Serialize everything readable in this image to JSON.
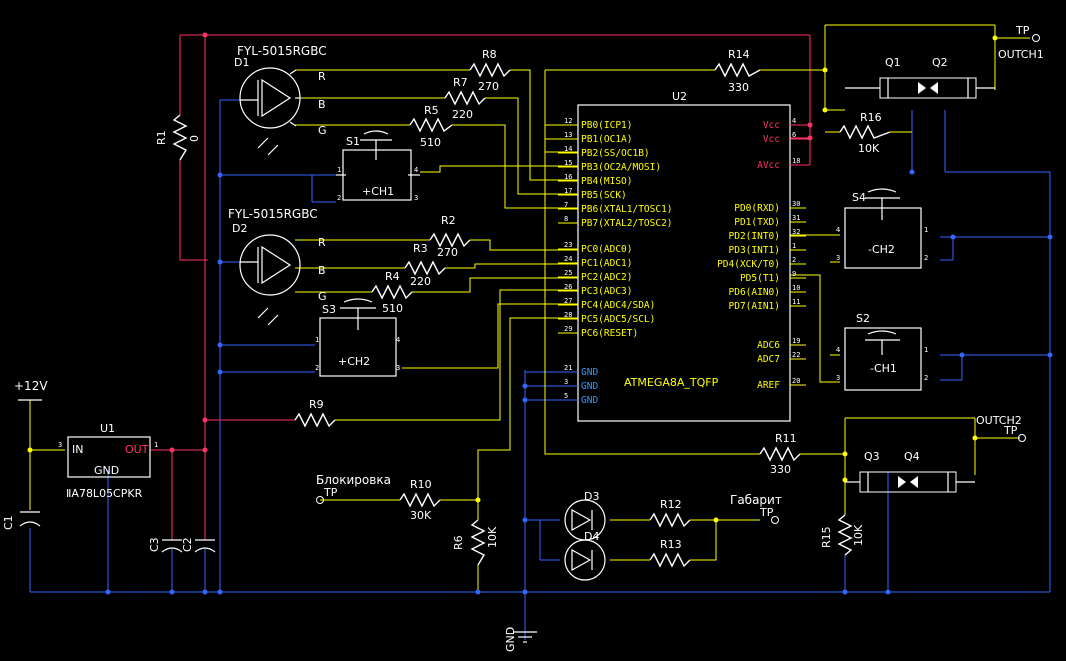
{
  "colors": {
    "background": "#000000",
    "net_yellow": "#ffff00",
    "net_blue": "#3366ff",
    "net_power": "#ff3366",
    "symbol": "#ffffff"
  },
  "components": {
    "u1": {
      "ref": "U1",
      "part": "ⅡA78L05CPKR",
      "pin_in": "IN",
      "pin_out": "OUT",
      "pin_gnd": "GND",
      "n1": "1",
      "n3": "3"
    },
    "u2": {
      "ref": "U2",
      "part": "ATMEGA8A_TQFP"
    },
    "d1": {
      "ref": "D1",
      "part": "FYL-5015RGBC",
      "r": "R",
      "b": "B",
      "g": "G"
    },
    "d2": {
      "ref": "D2",
      "part": "FYL-5015RGBC",
      "r": "R",
      "b": "B",
      "g": "G"
    },
    "d3": "D3",
    "d4": "D4",
    "q1": "Q1",
    "q2": "Q2",
    "q3": "Q3",
    "q4": "Q4",
    "c1": "C1",
    "c2": "C2",
    "c3": "C3"
  },
  "resistors": {
    "r1": {
      "ref": "R1",
      "value": "0"
    },
    "r2": {
      "ref": "R2",
      "value": "270"
    },
    "r3": {
      "ref": "R3",
      "value": "220"
    },
    "r4": {
      "ref": "R4",
      "value": "510"
    },
    "r5": {
      "ref": "R5",
      "value": "510"
    },
    "r6": {
      "ref": "R6",
      "value": "10K"
    },
    "r7": {
      "ref": "R7",
      "value": "220"
    },
    "r8": {
      "ref": "R8",
      "value": "270"
    },
    "r9": {
      "ref": "R9",
      "value": ""
    },
    "r10": {
      "ref": "R10",
      "value": "30K"
    },
    "r11": {
      "ref": "R11",
      "value": "330"
    },
    "r12": {
      "ref": "R12",
      "value": ""
    },
    "r13": {
      "ref": "R13",
      "value": ""
    },
    "r14": {
      "ref": "R14",
      "value": "330"
    },
    "r15": {
      "ref": "R15",
      "value": "10K"
    },
    "r16": {
      "ref": "R16",
      "value": "10K"
    }
  },
  "switches": {
    "s1": {
      "ref": "S1",
      "label": "+CH1"
    },
    "s2": {
      "ref": "S2",
      "label": "-CH1"
    },
    "s3": {
      "ref": "S3",
      "label": "+CH2"
    },
    "s4": {
      "ref": "S4",
      "label": "-CH2"
    }
  },
  "nets": {
    "v12": "+12V",
    "gnd": "GND",
    "tp": "TP",
    "outch1": "OUTCH1",
    "outch2": "OUTCH2",
    "blokirovka": "Блокировка",
    "gabarit": "Габарит"
  },
  "u2_left_pins": [
    {
      "num": "12",
      "name": "PB0(ICP1)"
    },
    {
      "num": "13",
      "name": "PB1(OC1A)"
    },
    {
      "num": "14",
      "name": "PB2(SS/OC1B)"
    },
    {
      "num": "15",
      "name": "PB3(OC2A/MOSI)"
    },
    {
      "num": "16",
      "name": "PB4(MISO)"
    },
    {
      "num": "17",
      "name": "PB5(SCK)"
    },
    {
      "num": "7",
      "name": "PB6(XTAL1/TOSC1)"
    },
    {
      "num": "8",
      "name": "PB7(XTAL2/TOSC2)"
    },
    {
      "num": "23",
      "name": "PC0(ADC0)"
    },
    {
      "num": "24",
      "name": "PC1(ADC1)"
    },
    {
      "num": "25",
      "name": "PC2(ADC2)"
    },
    {
      "num": "26",
      "name": "PC3(ADC3)"
    },
    {
      "num": "27",
      "name": "PC4(ADC4/SDA)"
    },
    {
      "num": "28",
      "name": "PC5(ADC5/SCL)"
    },
    {
      "num": "29",
      "name": "PC6(RESET)"
    }
  ],
  "u2_gnd_pins": [
    {
      "num": "21",
      "name": "GND"
    },
    {
      "num": "3",
      "name": "GND"
    },
    {
      "num": "5",
      "name": "GND"
    }
  ],
  "u2_power_pins": [
    {
      "num": "4",
      "name": "Vcc"
    },
    {
      "num": "6",
      "name": "Vcc"
    },
    {
      "num": "18",
      "name": "AVcc"
    }
  ],
  "u2_right_pins": [
    {
      "num": "30",
      "name": "PD0(RXD)"
    },
    {
      "num": "31",
      "name": "PD1(TXD)"
    },
    {
      "num": "32",
      "name": "PD2(INT0)"
    },
    {
      "num": "1",
      "name": "PD3(INT1)"
    },
    {
      "num": "2",
      "name": "PD4(XCK/T0)"
    },
    {
      "num": "9",
      "name": "PD5(T1)"
    },
    {
      "num": "10",
      "name": "PD6(AIN0)"
    },
    {
      "num": "11",
      "name": "PD7(AIN1)"
    }
  ],
  "u2_right_pins_low": [
    {
      "num": "19",
      "name": "ADC6"
    },
    {
      "num": "22",
      "name": "ADC7"
    },
    {
      "num": "20",
      "name": "AREF"
    }
  ],
  "pin_numbers": {
    "p1": "1",
    "p2": "2",
    "p3": "3",
    "p4": "4"
  }
}
